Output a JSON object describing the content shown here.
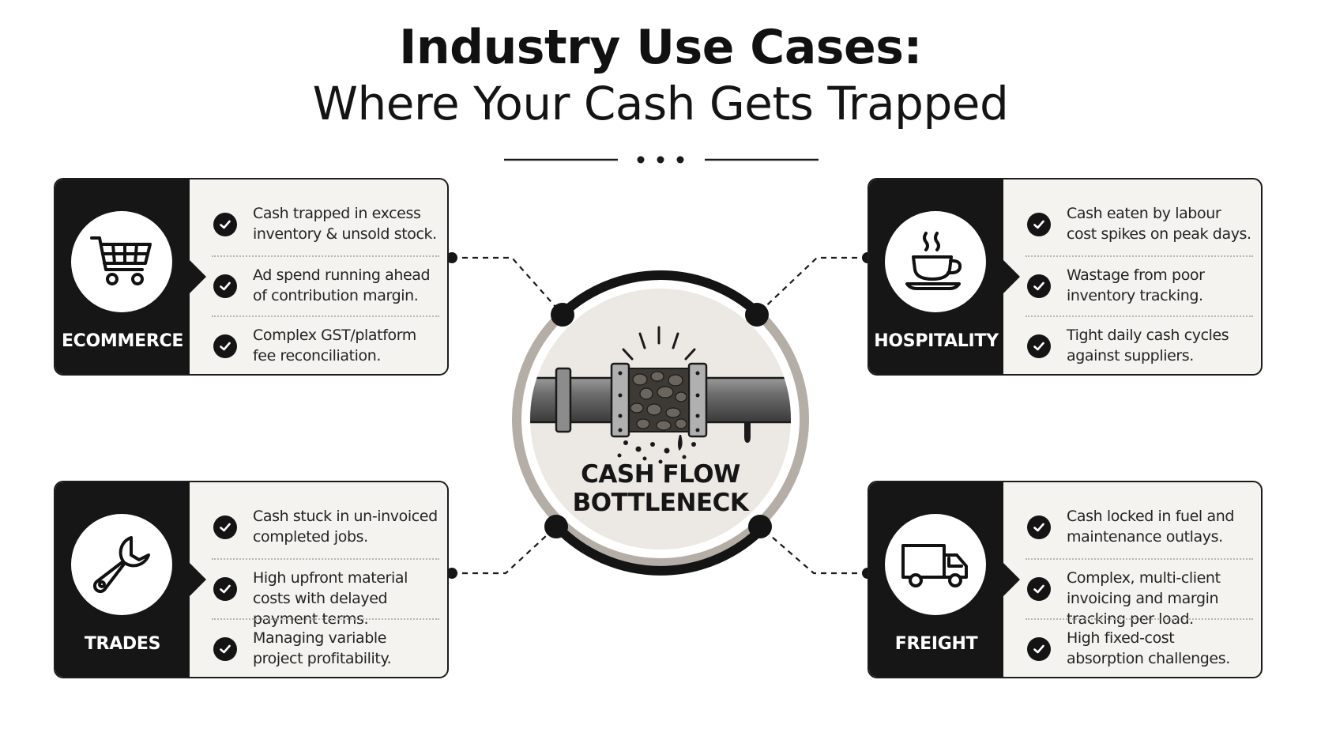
{
  "title": {
    "line1": "Industry Use Cases:",
    "line2": "Where Your Cash Gets Trapped"
  },
  "center": {
    "line1": "CASH FLOW",
    "line2": "BOTTLENECK",
    "icon": "clogged-pipe-icon"
  },
  "cards": [
    {
      "id": "ecommerce",
      "label": "ECOMMERCE",
      "icon": "shopping-cart-icon",
      "items": [
        "Cash trapped in excess inventory & unsold stock.",
        "Ad spend running ahead of contribution margin.",
        "Complex GST/platform fee reconciliation."
      ]
    },
    {
      "id": "hospitality",
      "label": "HOSPITALITY",
      "icon": "coffee-cup-icon",
      "items": [
        "Cash eaten by labour cost spikes on peak days.",
        "Wastage from poor inventory tracking.",
        "Tight daily cash cycles against suppliers."
      ]
    },
    {
      "id": "trades",
      "label": "TRADES",
      "icon": "wrench-icon",
      "items": [
        "Cash stuck in un-invoiced completed jobs.",
        "High upfront material costs with delayed payment terms.",
        "Managing variable project profitability."
      ]
    },
    {
      "id": "freight",
      "label": "FREIGHT",
      "icon": "truck-icon",
      "items": [
        "Cash locked in fuel and maintenance outlays.",
        "Complex, multi-client invoicing and margin tracking per load.",
        "High fixed-cost absorption challenges."
      ]
    }
  ],
  "colors": {
    "dark": "#161616",
    "card_bg": "#f5f3ef",
    "ring_gray": "#b4aea6",
    "pipe": "#6f6f6f"
  }
}
